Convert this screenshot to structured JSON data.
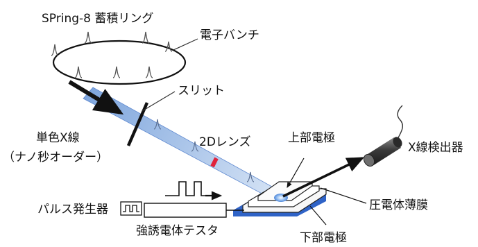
{
  "labels": {
    "ring": "SPring-8 蓄積リング",
    "bunch": "電子バンチ",
    "slit": "スリット",
    "mono_line1": "単色X線",
    "mono_line2": "（ナノ秒オーダー）",
    "lens": "2Dレンズ",
    "upper_electrode": "上部電極",
    "detector": "X線検出器",
    "pulse_gen": "パルス発生器",
    "piezo_film": "圧電体薄膜",
    "tester": "強誘電体テスタ",
    "lower_electrode": "下部電極"
  },
  "colors": {
    "beam_start": "#7fa6dd",
    "beam_end": "#d4e2f4",
    "beam_edge": "#3b6fc4",
    "substrate": "#2f63c7",
    "lens": "#e0233c",
    "ink": "#111111"
  }
}
